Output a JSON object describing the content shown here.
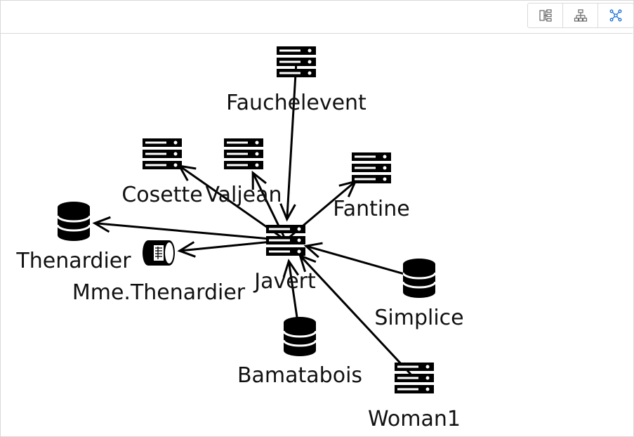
{
  "toolbar": {
    "buttons": [
      {
        "icon": "tree-layout-icon",
        "color": "#666666"
      },
      {
        "icon": "hierarchy-layout-icon",
        "color": "#666666"
      },
      {
        "icon": "force-layout-icon",
        "color": "#1a6fd4",
        "active": true
      }
    ]
  },
  "diagram": {
    "edge_color": "#000000",
    "node_color": "#000000",
    "nodes": [
      {
        "id": "javert",
        "label": "Javert",
        "icon": "server-icon"
      },
      {
        "id": "fauchelevent",
        "label": "Fauchelevent",
        "icon": "server-icon"
      },
      {
        "id": "cosette",
        "label": "Cosette",
        "icon": "server-icon"
      },
      {
        "id": "valjean",
        "label": "Valjean",
        "icon": "server-icon"
      },
      {
        "id": "fantine",
        "label": "Fantine",
        "icon": "server-icon"
      },
      {
        "id": "thenardier",
        "label": "Thenardier",
        "icon": "database-icon"
      },
      {
        "id": "mme_thenardier",
        "label": "Mme.Thenardier",
        "icon": "disk-icon"
      },
      {
        "id": "simplice",
        "label": "Simplice",
        "icon": "database-icon"
      },
      {
        "id": "bamatabois",
        "label": "Bamatabois",
        "icon": "database-icon"
      },
      {
        "id": "woman1",
        "label": "Woman1",
        "icon": "server-icon"
      }
    ],
    "edges": [
      {
        "from": "fauchelevent",
        "to": "javert"
      },
      {
        "from": "javert",
        "to": "cosette"
      },
      {
        "from": "javert",
        "to": "valjean"
      },
      {
        "from": "javert",
        "to": "fantine"
      },
      {
        "from": "javert",
        "to": "thenardier"
      },
      {
        "from": "javert",
        "to": "mme_thenardier"
      },
      {
        "from": "simplice",
        "to": "javert"
      },
      {
        "from": "bamatabois",
        "to": "javert"
      },
      {
        "from": "woman1",
        "to": "javert"
      }
    ]
  }
}
